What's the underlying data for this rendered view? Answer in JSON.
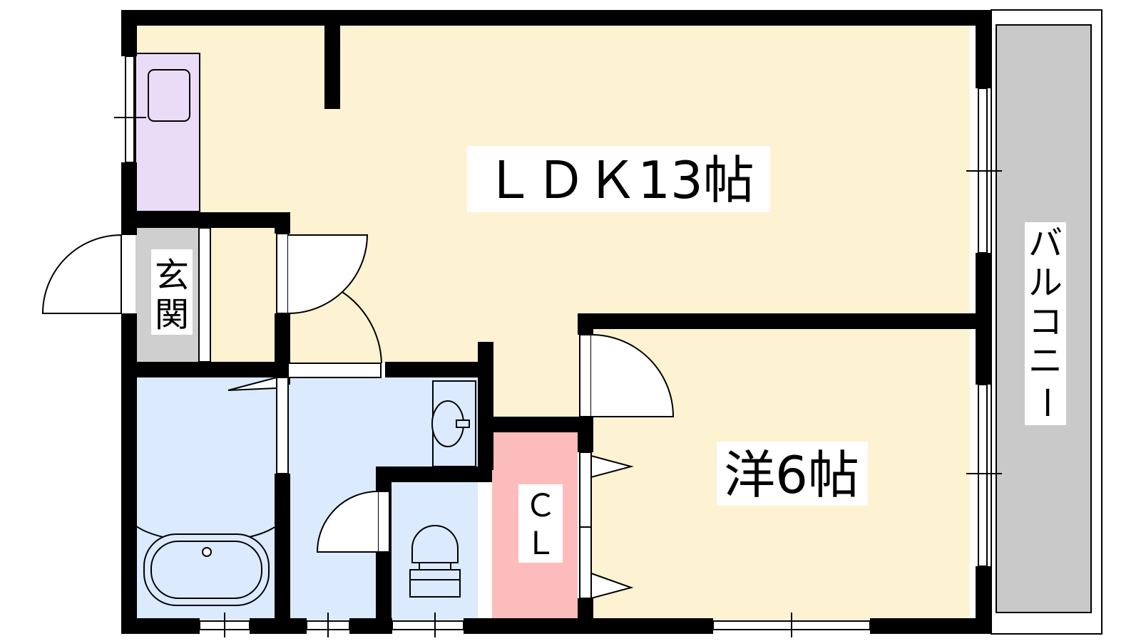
{
  "rooms": {
    "ldk": {
      "label": "ＬＤＫ13帖",
      "color": "#fdf2d2"
    },
    "western": {
      "label": "洋6帖",
      "color": "#fdf2d2"
    },
    "entrance": {
      "label_top": "玄",
      "label_bottom": "関",
      "color": "#cfcfcf"
    },
    "closet": {
      "label_top": "Ｃ",
      "label_bottom": "Ｌ",
      "color": "#fcbcbc"
    },
    "bath": {
      "color": "#dbeafd"
    },
    "washroom": {
      "color": "#dbeafd"
    },
    "toilet": {
      "color": "#dbeafd"
    },
    "kitchen": {
      "color": "#eadcf6"
    }
  },
  "balcony": {
    "label_chars": [
      "バ",
      "ル",
      "コ",
      "ニ",
      "ー"
    ],
    "color": "#c9c9c9"
  },
  "wall_color": "#000000"
}
